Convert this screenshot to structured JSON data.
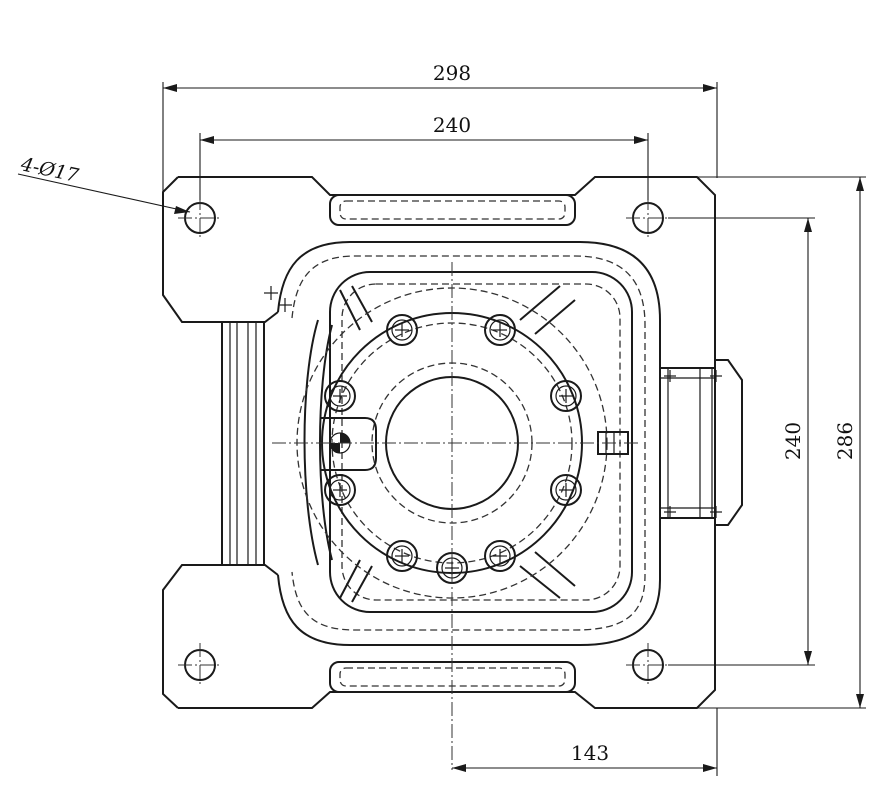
{
  "dimensions": {
    "overall_width": "298",
    "hole_spacing_horizontal": "240",
    "hole_spacing_vertical": "240",
    "overall_height": "286",
    "center_offset": "143"
  },
  "callouts": {
    "holes": "4-Ø17"
  },
  "colors": {
    "line": "#1a1a1a",
    "background": "#ffffff"
  }
}
